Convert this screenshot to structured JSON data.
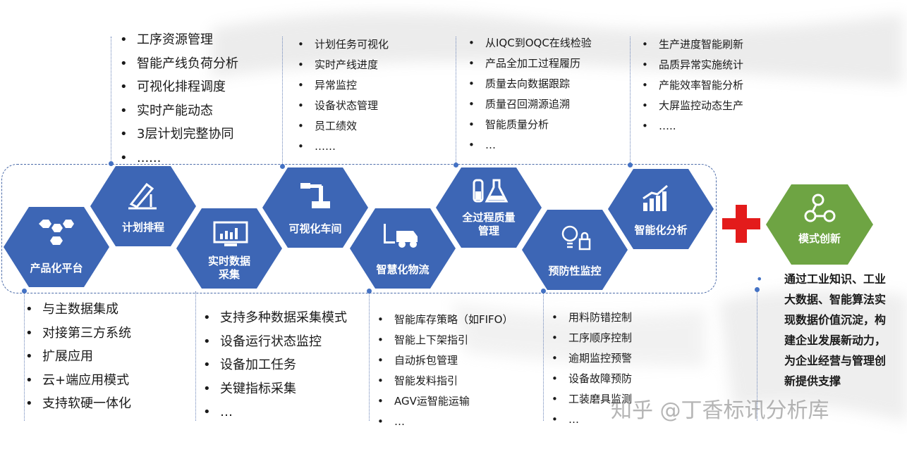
{
  "hexagons": [
    {
      "id": "platform",
      "label": "产品化平台",
      "icon": "hexagon-cluster-icon"
    },
    {
      "id": "planning",
      "label": "计划排程",
      "icon": "drafting-icon"
    },
    {
      "id": "collection",
      "label": "实时数据采集",
      "icon": "monitor-chart-icon"
    },
    {
      "id": "workshop",
      "label": "可视化车间",
      "icon": "robot-arm-icon"
    },
    {
      "id": "logistics",
      "label": "智慧化物流",
      "icon": "forklift-icon"
    },
    {
      "id": "quality",
      "label": "全过程质量管理",
      "icon": "lab-flask-icon"
    },
    {
      "id": "monitoring",
      "label": "预防性监控",
      "icon": "bulb-lock-icon"
    },
    {
      "id": "analysis",
      "label": "智能化分析",
      "icon": "bar-trend-icon"
    },
    {
      "id": "innovation",
      "label": "模式创新",
      "icon": "network-icon"
    }
  ],
  "lists": {
    "planning": [
      "工序资源管理",
      "智能产线负荷分析",
      "可视化排程调度",
      "实时产能动态",
      "3层计划完整协同",
      "......"
    ],
    "workshop": [
      "计划任务可视化",
      "实时产线进度",
      "异常监控",
      "设备状态管理",
      "员工绩效",
      "……"
    ],
    "quality": [
      "从IQC到OQC在线检验",
      "产品全加工过程履历",
      "质量去向数据跟踪",
      "质量召回溯源追溯",
      "智能质量分析",
      "…"
    ],
    "analysis": [
      "生产进度智能刷新",
      "品质异常实施统计",
      "产能效率智能分析",
      "大屏监控动态生产",
      "….."
    ],
    "platform": [
      "与主数据集成",
      "对接第三方系统",
      "扩展应用",
      "云+端应用模式",
      "支持软硬一体化"
    ],
    "collection": [
      "支持多种数据采集模式",
      "设备运行状态监控",
      "设备加工任务",
      "关键指标采集",
      "…"
    ],
    "logistics": [
      "智能库存策略（如FIFO）",
      "智能上下架指引",
      "自动拆包管理",
      "智能发料指引",
      "AGV运智能运输",
      "…"
    ],
    "monitoring": [
      "用料防错控制",
      "工序顺序控制",
      "逾期监控预警",
      "设备故障预防",
      "工装磨具监测",
      "…"
    ]
  },
  "innovation_text": "通过工业知识、工业大数据、智能算法实现数据价值沉淀，构建企业发展新动力，为企业经营与管理创新提供支撑",
  "watermark": "知乎 @丁香标讯分析库",
  "colors": {
    "hex_blue": "#3d66b5",
    "hex_green": "#6ea443",
    "plus_red": "#e31b1b",
    "line": "#4a6aa8"
  }
}
